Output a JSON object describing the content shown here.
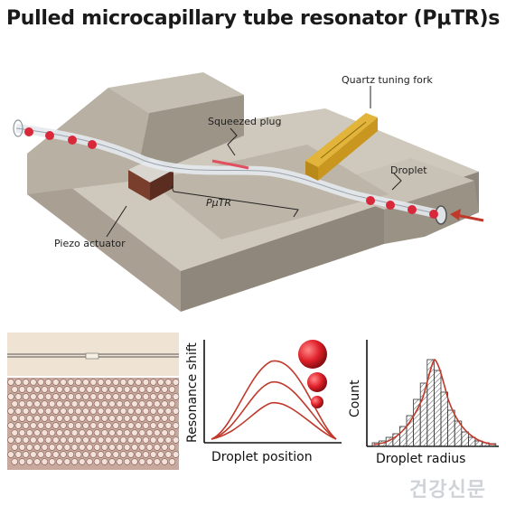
{
  "title": "Pulled microcapillary tube resonator (PμTR)s",
  "labels": {
    "quartz_fork": "Quartz tuning fork",
    "squeezed_plug": "Squeezed plug",
    "droplet": "Droplet",
    "putr": "PμTR",
    "piezo": "Piezo actuator"
  },
  "plot_left": {
    "ylabel": "Resonance shift",
    "xlabel": "Droplet position"
  },
  "plot_right": {
    "ylabel": "Count",
    "xlabel": "Droplet radius"
  },
  "watermark": "건강신문",
  "colors": {
    "droplet_red": "#d9283a",
    "curve_red": "#c0392b",
    "block_top": "#c9c2b6",
    "block_side": "#a69d90",
    "fork_gold": "#d8a62a"
  }
}
